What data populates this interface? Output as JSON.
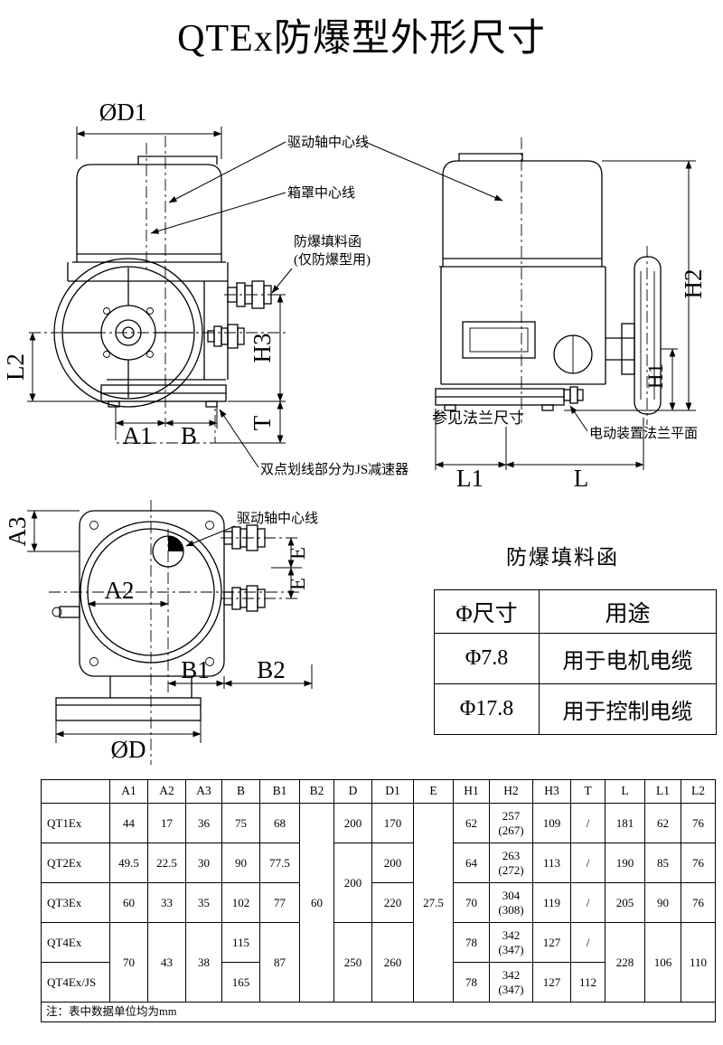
{
  "page": {
    "title": "QTEx防爆型外形尺寸"
  },
  "annotations": {
    "drive_centerline": "驱动轴中心线",
    "cover_centerline": "箱罩中心线",
    "gland_label_1": "防爆填料函",
    "gland_label_2": "(仅防爆型用)",
    "js_note": "双点划线部分为JS减速器",
    "see_flange": "参见法兰尺寸",
    "flange_plane": "电动装置法兰平面",
    "drive_centerline_2": "驱动轴中心线"
  },
  "dims": {
    "od1": "ØD1",
    "l2": "L2",
    "a1": "A1",
    "b": "B",
    "h3": "H3",
    "t": "T",
    "h2": "H2",
    "h1": "H1",
    "l1": "L1",
    "l": "L",
    "a3": "A3",
    "a2": "A2",
    "e_top": "E",
    "e_bottom": "E",
    "b1": "B1",
    "b2": "B2",
    "od": "ØD"
  },
  "gland_table": {
    "title": "防爆填料函",
    "col1_header": "Φ尺寸",
    "col2_header": "用途",
    "rows": [
      {
        "size": "Φ7.8",
        "use": "用于电机电缆"
      },
      {
        "size": "Φ17.8",
        "use": "用于控制电缆"
      }
    ]
  },
  "dim_table": {
    "headers": [
      "",
      "A1",
      "A2",
      "A3",
      "B",
      "B1",
      "B2",
      "D",
      "D1",
      "E",
      "H1",
      "H2",
      "H3",
      "T",
      "L",
      "L1",
      "L2"
    ],
    "shared": {
      "b2": "60",
      "e": "27.5",
      "d23": "200"
    },
    "r1": {
      "name": "QT1Ex",
      "a1": "44",
      "a2": "17",
      "a3": "36",
      "b": "75",
      "b1": "68",
      "d": "200",
      "d1": "170",
      "h1": "62",
      "h2": "257\n(267)",
      "h3": "109",
      "t": "/",
      "l": "181",
      "l1": "62",
      "l2": "76"
    },
    "r2": {
      "name": "QT2Ex",
      "a1": "49.5",
      "a2": "22.5",
      "a3": "30",
      "b": "90",
      "b1": "77.5",
      "d1": "200",
      "h1": "64",
      "h2": "263\n(272)",
      "h3": "113",
      "t": "/",
      "l": "190",
      "l1": "85",
      "l2": "76"
    },
    "r3": {
      "name": "QT3Ex",
      "a1": "60",
      "a2": "33",
      "a3": "35",
      "b": "102",
      "b1": "77",
      "d1": "220",
      "h1": "70",
      "h2": "304\n(308)",
      "h3": "119",
      "t": "/",
      "l": "205",
      "l1": "90",
      "l2": "76"
    },
    "r4": {
      "name": "QT4Ex",
      "a1": "70",
      "a2": "43",
      "a3": "38",
      "b": "115",
      "b1": "87",
      "d": "250",
      "d1": "260",
      "h1": "78",
      "h2": "342\n(347)",
      "h3": "127",
      "t": "/",
      "l": "228",
      "l1": "106",
      "l2": "110"
    },
    "r5": {
      "name": "QT4Ex/JS",
      "b": "165",
      "h1": "78",
      "h2": "342\n(347)",
      "h3": "127",
      "t": "112"
    },
    "note": "注：表中数据单位均为mm"
  }
}
